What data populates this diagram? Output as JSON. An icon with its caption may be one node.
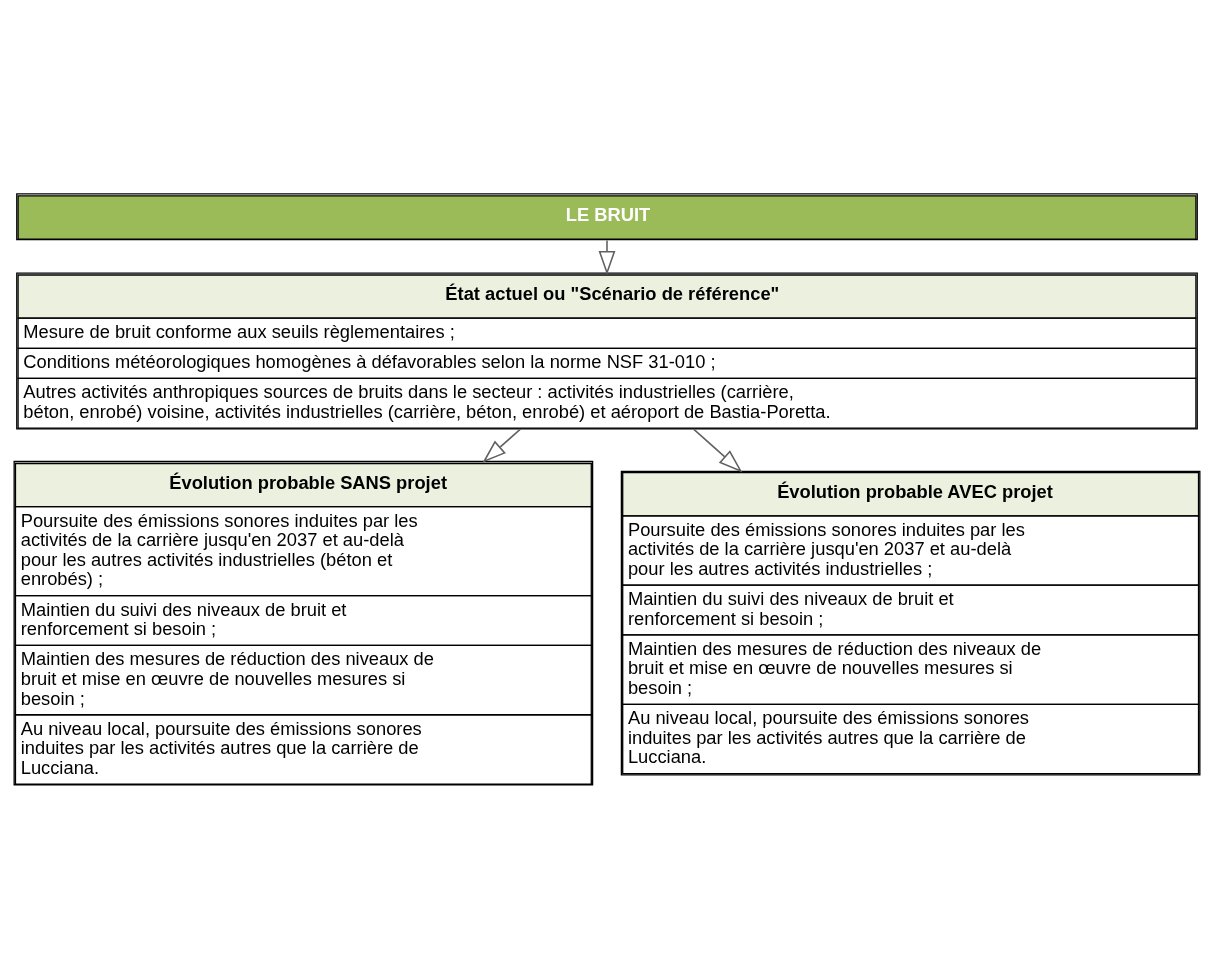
{
  "diagram": {
    "nodes": [
      {
        "text": [
          "LE BRUIT"
        ]
      },
      {
        "text": [
          "État actuel ou \"Scénario de référence\"",
          "Mesure de bruit conforme aux seuils règlementaires ;",
          "Conditions météorologiques homogènes à défavorables selon la norme NSF 31-010 ;",
          "Autres activités anthropiques sources de bruits dans le secteur : activités industrielles (carrière, béton, enrobé) voisine, activités industrielles (carrière, béton, enrobé) et aéroport de Bastia-Poretta."
        ]
      },
      {
        "text": [
          "Évolution probable SANS projet",
          "Poursuite des émissions sonores induites par les activités de la carrière jusqu'en 2037 et au-delà pour les autres activités industrielles (béton et enrobés) ;",
          "Maintien du suivi des niveaux de bruit et renforcement si besoin ;",
          "Maintien des mesures de réduction des niveaux de bruit et mise en œuvre de nouvelles mesures si besoin ;",
          "Au niveau local, poursuite des émissions sonores induites par les activités autres que la carrière de Lucciana."
        ]
      },
      {
        "text": [
          "Évolution probable AVEC projet",
          "Poursuite des émissions sonores induites par les activités de la carrière jusqu'en 2037 et au-delà pour les autres activités industrielles ;",
          "Maintien du suivi des niveaux de bruit et renforcement si besoin ;",
          "Maintien des mesures de réduction des niveaux de bruit et mise en œuvre de nouvelles mesures si besoin ;",
          "Au niveau local, poursuite des émissions sonores induites par les activités autres que la carrière de Lucciana."
        ]
      }
    ],
    "edges": [
      {
        "from": 0,
        "to": 1,
        "arrow": "to"
      },
      {
        "from": 1,
        "to": 2,
        "arrow": "to"
      },
      {
        "from": 1,
        "to": 3,
        "arrow": "to"
      }
    ]
  }
}
